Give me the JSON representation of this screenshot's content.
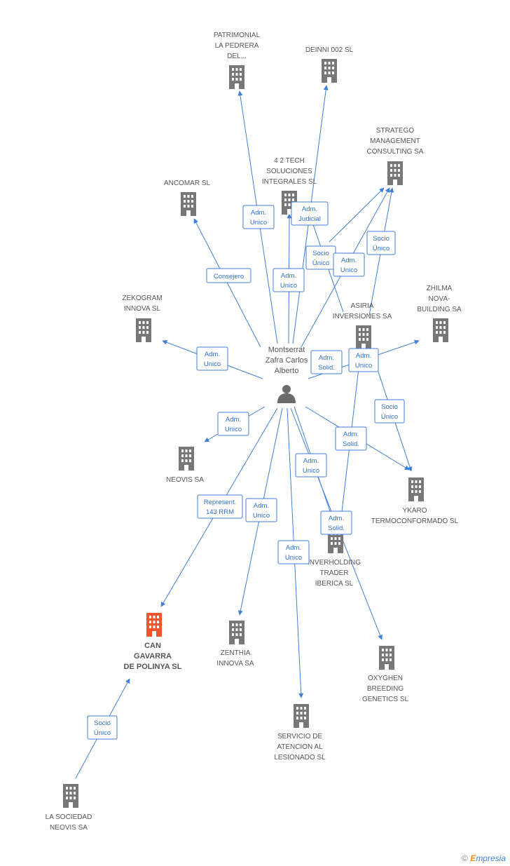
{
  "center": {
    "name_lines": [
      "Montserrat",
      "Zafra Carlos",
      "Alberto"
    ]
  },
  "nodes": [
    {
      "id": "patrimonial",
      "lines": [
        "PATRIMONIAL",
        "LA PEDRERA",
        "DEL..."
      ]
    },
    {
      "id": "deinni",
      "lines": [
        "DEINNI 002  SL"
      ]
    },
    {
      "id": "tech42",
      "lines": [
        "4 2 TECH",
        "SOLUCIONES",
        "INTEGRALES SL"
      ]
    },
    {
      "id": "stratego",
      "lines": [
        "STRATEGO",
        "MANAGEMENT",
        "CONSULTING SA"
      ]
    },
    {
      "id": "ancomar",
      "lines": [
        "ANCOMAR SL"
      ]
    },
    {
      "id": "zekogram",
      "lines": [
        "ZEKOGRAM",
        "INNOVA  SL"
      ]
    },
    {
      "id": "asiria",
      "lines": [
        "ASIRIA",
        "INVERSIONES SA"
      ]
    },
    {
      "id": "zhilma",
      "lines": [
        "ZHILMA",
        "NOVA-",
        "BUILDING SA"
      ]
    },
    {
      "id": "neovis",
      "lines": [
        "NEOVIS SA"
      ]
    },
    {
      "id": "ykaro",
      "lines": [
        "YKARO",
        "TERMOCONFORMADO SL"
      ]
    },
    {
      "id": "inverholding",
      "lines": [
        "INVERHOLDING",
        "TRADER",
        "IBERICA SL"
      ]
    },
    {
      "id": "cangavarra",
      "lines": [
        "CAN",
        "GAVARRA",
        "DE POLINYA SL"
      ],
      "focus": true
    },
    {
      "id": "zenthia",
      "lines": [
        "ZENTHIA",
        "INNOVA SA"
      ]
    },
    {
      "id": "oxyghen",
      "lines": [
        "OXYGHEN",
        "BREEDING",
        "GENETICS SL"
      ]
    },
    {
      "id": "servicio",
      "lines": [
        "SERVICIO DE",
        "ATENCION AL",
        "LESIONADO SL"
      ]
    },
    {
      "id": "lasociedad",
      "lines": [
        "LA SOCIEDAD",
        "NEOVIS SA"
      ]
    }
  ],
  "relations": [
    {
      "id": "r-patrimonial",
      "lines": [
        "Adm.",
        "Unico"
      ]
    },
    {
      "id": "r-tech-judicial",
      "lines": [
        "Adm.",
        "Judicial"
      ]
    },
    {
      "id": "r-tech-unico",
      "lines": [
        "Adm.",
        "Unico"
      ]
    },
    {
      "id": "r-ancomar",
      "lines": [
        "Consejero"
      ]
    },
    {
      "id": "r-stratego-socio-asiria",
      "lines": [
        "Socio",
        "Único"
      ]
    },
    {
      "id": "r-stratego-unico",
      "lines": [
        "Adm.",
        "Unico"
      ]
    },
    {
      "id": "r-stratego-socio",
      "lines": [
        "Socio",
        "Único"
      ]
    },
    {
      "id": "r-zekogram",
      "lines": [
        "Adm.",
        "Unico"
      ]
    },
    {
      "id": "r-zhilma-solid",
      "lines": [
        "Adm.",
        "Solid."
      ]
    },
    {
      "id": "r-zhilma-unico",
      "lines": [
        "Adm.",
        "Unico"
      ]
    },
    {
      "id": "r-ykaro-socio",
      "lines": [
        "Socio",
        "Único"
      ]
    },
    {
      "id": "r-neovis",
      "lines": [
        "Adm.",
        "Unico"
      ]
    },
    {
      "id": "r-ykaro-solid",
      "lines": [
        "Adm.",
        "Solid."
      ]
    },
    {
      "id": "r-inverholding-unico",
      "lines": [
        "Adm.",
        "Unico"
      ]
    },
    {
      "id": "r-can-represent",
      "lines": [
        "Represent.",
        "143 RRM"
      ]
    },
    {
      "id": "r-zenthia",
      "lines": [
        "Adm.",
        "Unico"
      ]
    },
    {
      "id": "r-oxyghen",
      "lines": [
        "Adm.",
        "Solid."
      ]
    },
    {
      "id": "r-servicio",
      "lines": [
        "Adm.",
        "Unico"
      ]
    },
    {
      "id": "r-lasociedad",
      "lines": [
        "Socio",
        "Único"
      ]
    }
  ],
  "colors": {
    "edge": "#3f7fd6",
    "building": "#777777",
    "focus_building": "#f0552e",
    "person": "#6b6b6b"
  },
  "watermark": {
    "copyright": "©",
    "brand_first": "E",
    "brand_rest": "mpresia"
  }
}
